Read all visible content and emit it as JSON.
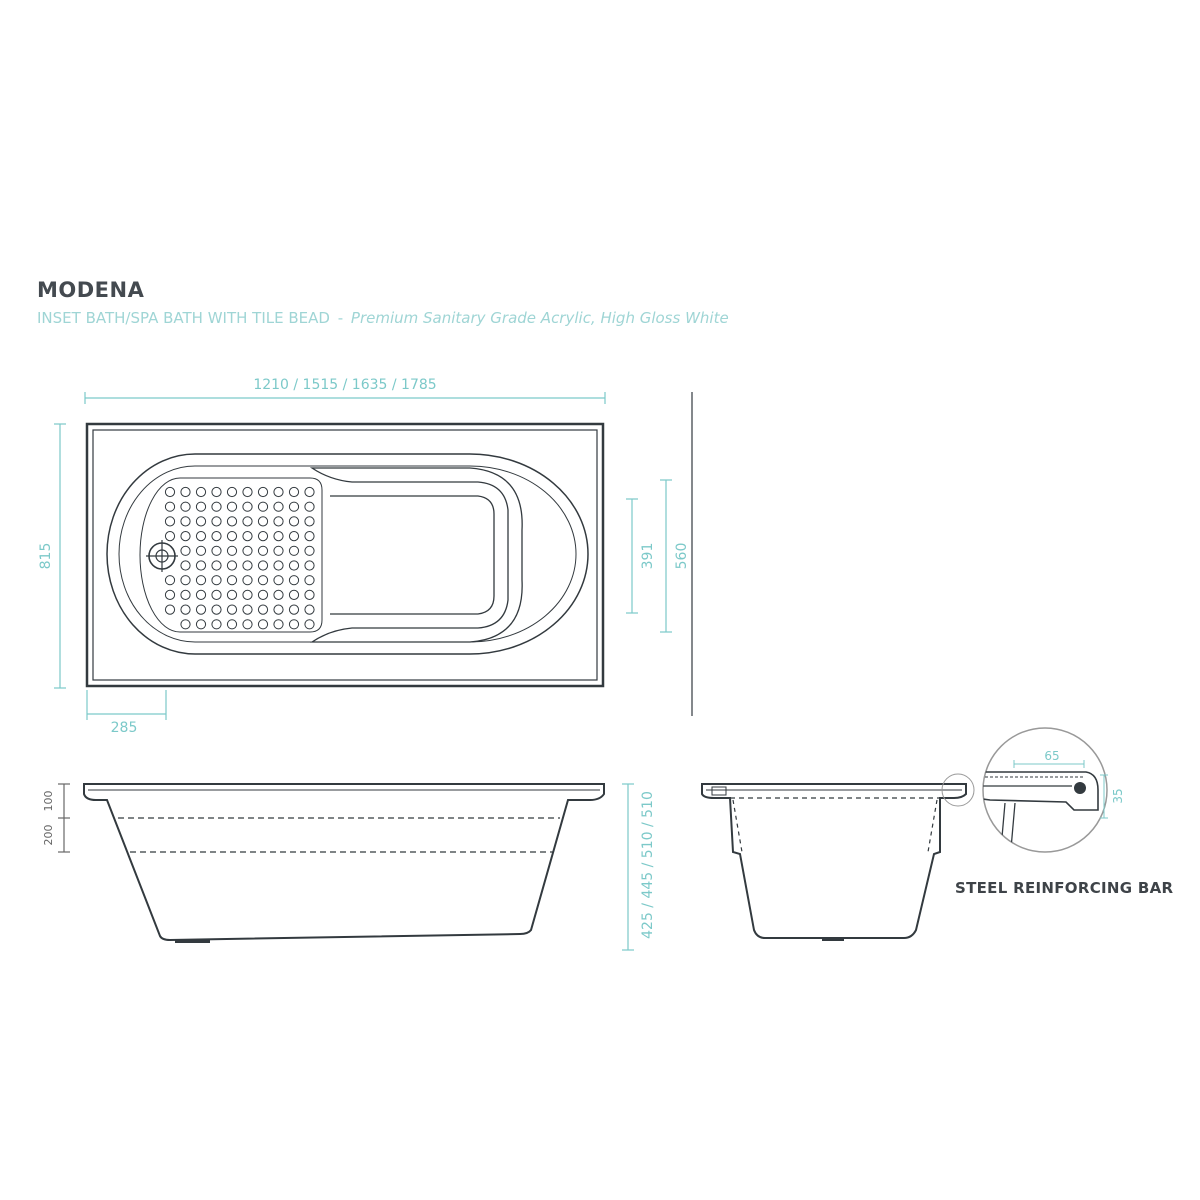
{
  "header": {
    "title": "MODENA",
    "subtitle_type": "INSET BATH/SPA BATH WITH TILE BEAD",
    "subtitle_sep": "-",
    "subtitle_material": "Premium Sanitary Grade Acrylic, High Gloss White"
  },
  "dimensions": {
    "length": "1210 / 1515 / 1635 / 1785",
    "width": "815",
    "drain_offset": "285",
    "inner_width": "391",
    "outer_inner_width": "560",
    "depth_upper": "100",
    "depth_lower": "200",
    "height": "425 / 445 / 510 / 510",
    "bar_width": "65",
    "bar_height": "35"
  },
  "detail": {
    "caption": "STEEL REINFORCING BAR"
  },
  "colors": {
    "accent": "#7cc9c9",
    "line": "#333a3f",
    "title": "#444a50"
  }
}
